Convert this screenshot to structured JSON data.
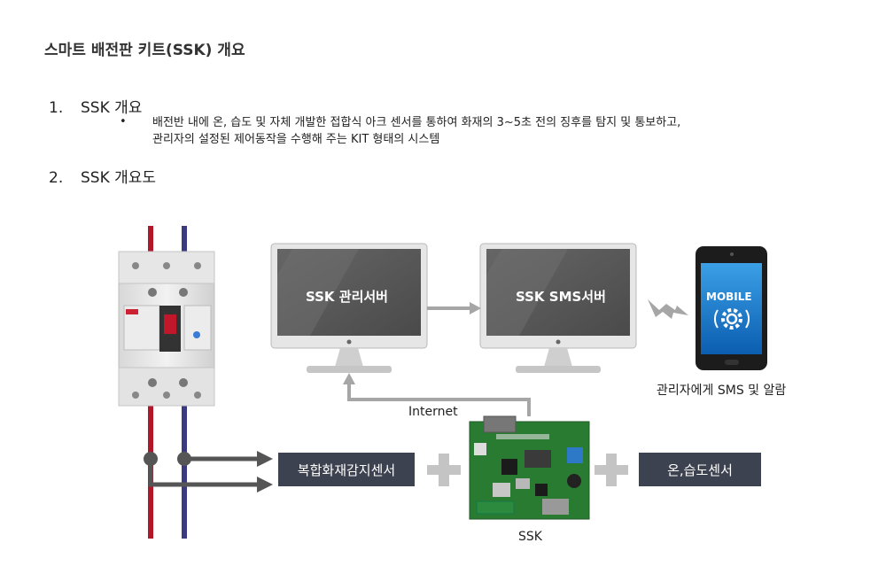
{
  "title": "스마트 배전판 키트(SSK) 개요",
  "section1": {
    "num": "1.",
    "title": "SSK 개요"
  },
  "bullet": {
    "marker": "•",
    "line1": "배전반 내에 온, 습도 및 자체 개발한 접합식 아크 센서를 통하여 화재의 3~5초 전의 징후를 탐지 및 통보하고,",
    "line2": "관리자의 설정된 제어동작을 수행해 주는 KIT 형태의 시스템"
  },
  "section2": {
    "num": "2.",
    "title": "SSK 개요도"
  },
  "diagram": {
    "monitor1_label": "SSK 관리서버",
    "monitor2_label": "SSK SMS서버",
    "phone_text": "MOBILE",
    "phone_caption": "관리자에게 SMS 및 알람",
    "internet_label": "Internet",
    "sensor1_label": "복합화재감지센서",
    "sensor2_label": "온,습도센서",
    "ssk_label": "SSK",
    "colors": {
      "wire_red": "#b0182a",
      "wire_blue": "#3a3a80",
      "box_bg": "#3d4250",
      "arrow": "#a6a6a6",
      "connector": "#555555"
    }
  }
}
